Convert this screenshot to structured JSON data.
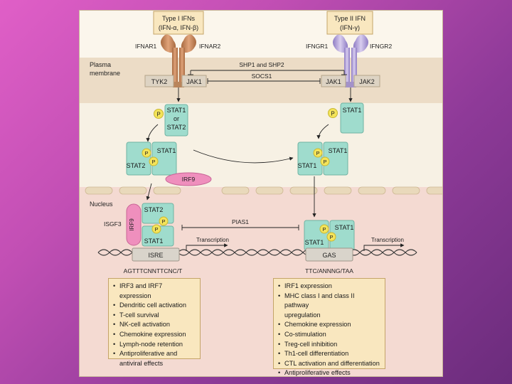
{
  "ligands": {
    "type1_line1": "Type I IFNs",
    "type1_line2": "(IFN-α, IFN-β)",
    "type2_line1": "Type II IFN",
    "type2_line2": "(IFN-γ)"
  },
  "receptors": {
    "ifnar1": "IFNAR1",
    "ifnar2": "IFNAR2",
    "ifngr1": "IFNGR1",
    "ifngr2": "IFNGR2"
  },
  "regions": {
    "membrane_line1": "Plasma",
    "membrane_line2": "membrane",
    "nucleus": "Nucleus"
  },
  "kinases": {
    "tyk2": "TYK2",
    "jak1_left": "JAK1",
    "jak1_right": "JAK1",
    "jak2": "JAK2"
  },
  "inhibitors": {
    "shp": "SHP1 and SHP2",
    "socs1": "SOCS1",
    "pias1": "PIAS1"
  },
  "stats": {
    "stat1_or_line1": "STAT1",
    "stat1_or_line2": "or",
    "stat1_or_line3": "STAT2",
    "stat1_single": "STAT1",
    "dimer_left_top": "STAT1",
    "dimer_left_bottom": "STAT2",
    "dimer_right_top": "STAT1",
    "dimer_right_bottom": "STAT1",
    "nuc_left_top": "STAT2",
    "nuc_left_bottom": "STAT1",
    "nuc_right_top": "STAT1",
    "nuc_right_bottom": "STAT1",
    "irf9": "IRF9",
    "irf9_vertical": "IRF9",
    "isgf3": "ISGF3",
    "p": "P"
  },
  "dna": {
    "isre": "ISRE",
    "gas": "GAS",
    "transcription_left": "Transcription",
    "transcription_right": "Transcription",
    "isre_seq": "AGTTTCNNTTCNC/T",
    "gas_seq": "TTC/ANNNG/TAA"
  },
  "effects_type1": [
    "IRF3 and IRF7 expression",
    "Dendritic cell activation",
    "T-cell survival",
    "NK-cell activation",
    "Chemokine expression",
    "Lymph-node retention",
    "Antiproliferative and",
    "antiviral effects"
  ],
  "effects_type2": [
    "IRF1 expression",
    "MHC class I and class II pathway",
    "upregulation",
    "Chemokine expression",
    "Co-stimulation",
    "Treg-cell inhibition",
    "Th1-cell differentiation",
    "CTL activation and differentiation",
    "Antiproliferative effects"
  ],
  "colors": {
    "stat_box": "#9fdccd",
    "phospho": "#f4e45a",
    "irf9": "#ef8fbd",
    "receptor_type1": "#c98a5e",
    "receptor_type2": "#b7a6d8",
    "ligand_box": "#f9e7bf",
    "membrane": "#ead7c0",
    "nucleus": "#f3d9d2"
  }
}
